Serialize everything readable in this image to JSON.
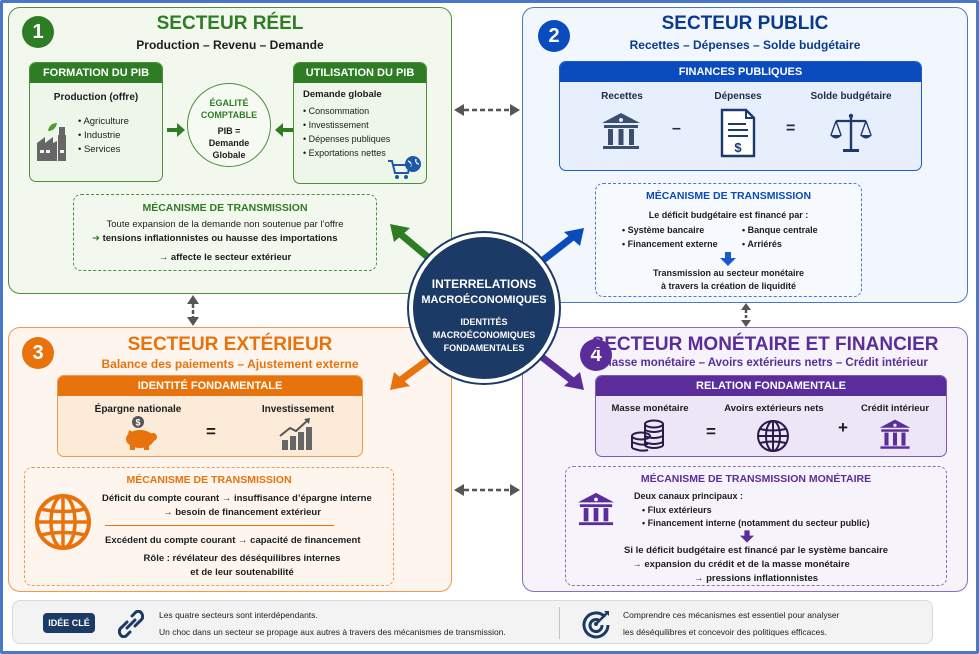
{
  "center": {
    "line1": "INTERRELATIONS",
    "line2": "MACROÉCONOMIQUES",
    "line3": "IDENTITÉS",
    "line4": "MACROÉCONOMIQUES",
    "line5": "FONDAMENTALES"
  },
  "colors": {
    "green": "#2e7d24",
    "blue": "#0a4bbd",
    "orange": "#e8730c",
    "purple": "#5a2d9a",
    "navy": "#1c3a66"
  },
  "sector1": {
    "number": "1",
    "title": "SECTEUR RÉEL",
    "subtitle": "Production – Revenu – Demande",
    "formation": {
      "header": "FORMATION DU PIB",
      "heading": "Production (offre)",
      "items": [
        "• Agriculture",
        "• Industrie",
        "• Services"
      ],
      "icon": "factory-icon"
    },
    "equality": {
      "line1": "ÉGALITÉ",
      "line2": "COMPTABLE",
      "line3": "PIB =",
      "line4": "Demande",
      "line5": "Globale"
    },
    "utilisation": {
      "header": "UTILISATION DU PIB",
      "heading": "Demande globale",
      "items": [
        "• Consommation",
        "• Investissement",
        "• Dépenses publiques",
        "• Exportations nettes"
      ],
      "icon": "shopping-cart-globe-icon"
    },
    "mechanism": {
      "title": "MÉCANISME DE TRANSMISSION",
      "line1": "Toute expansion de la demande non soutenue par l’offre",
      "line2": "tensions inflationnistes ou hausse des importations",
      "line3": "→ affecte le secteur extérieur"
    }
  },
  "sector2": {
    "number": "2",
    "title": "SECTEUR PUBLIC",
    "subtitle": "Recettes – Dépenses – Solde budgétaire",
    "finances": {
      "header": "FINANCES PUBLIQUES",
      "col1": "Recettes",
      "col2": "Dépenses",
      "col3": "Solde budgétaire",
      "op1": "–",
      "op2": "="
    },
    "mechanism": {
      "title": "MÉCANISME DE TRANSMISSION",
      "intro": "Le déficit budgétaire est financé par :",
      "items": [
        "• Système bancaire",
        "• Banque centrale",
        "• Financement externe",
        "• Arriérés"
      ],
      "result1": "Transmission au secteur monétaire",
      "result2": "à travers la création de liquidité"
    }
  },
  "sector3": {
    "number": "3",
    "title": "SECTEUR EXTÉRIEUR",
    "subtitle": "Balance des paiements – Ajustement externe",
    "identity": {
      "header": "IDENTITÉ FONDAMENTALE",
      "left": "Épargne nationale",
      "right": "Investissement",
      "op": "="
    },
    "mechanism": {
      "title": "MÉCANISME DE TRANSMISSION",
      "line1": "Déficit du compte courant → insuffisance d’épargne interne",
      "line2": "→ besoin de financement extérieur",
      "line3": "Excédent du compte courant → capacité de financement",
      "line4": "Rôle : révélateur des déséquilibres internes",
      "line5": "et de leur soutenabilité"
    }
  },
  "sector4": {
    "number": "4",
    "title": "SECTEUR MONÉTAIRE ET FINANCIER",
    "subtitle": "Masse monétaire – Avoirs extérieurs netrs – Crédit intérieur",
    "relation": {
      "header": "RELATION FONDAMENTALE",
      "col1": "Masse monétaire",
      "col2": "Avoirs extérieurs nets",
      "col3": "Crédit intérieur",
      "op1": "=",
      "op2": "+"
    },
    "mechanism": {
      "title": "MÉCANISME DE TRANSMISSION MONÉTAIRE",
      "intro": "Deux canaux principaux :",
      "items": [
        "• Flux extérieurs",
        "• Financement interne (notamment du secteur public)"
      ],
      "line1": "Si le déficit budgétaire est financé par le système bancaire",
      "line2": "→ expansion du crédit et de la masse monétaire",
      "line3": "→ pressions inflationnistes"
    }
  },
  "footer": {
    "badge": "IDÉE CLÉ",
    "left1": "Les quatre secteurs sont interdépendants.",
    "left2": "Un choc dans un secteur se propage aux autres à travers des mécanismes de transmission.",
    "right1": "Comprendre ces mécanismes est essentiel pour analyser",
    "right2": "les déséquilibres et concevoir des politiques efficaces."
  }
}
